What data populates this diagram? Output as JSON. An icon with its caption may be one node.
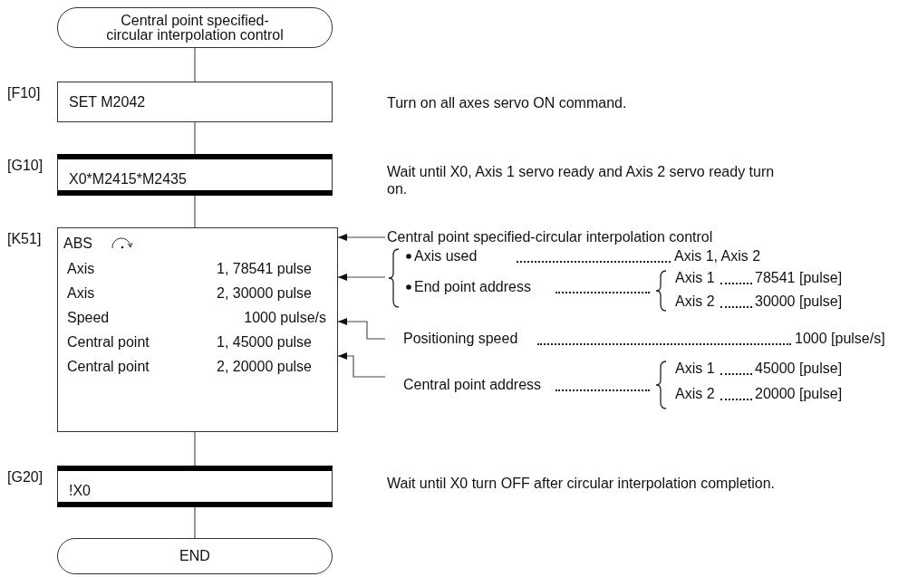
{
  "diagram": {
    "nodes": [
      {
        "text": [
          "Central point specified-circular interpolation control"
        ]
      },
      {
        "text": [
          "SET M2042"
        ],
        "beside": [
          "[F10]",
          "Turn on all axes servo ON command."
        ]
      },
      {
        "text": [
          "X0*M2415*M2435"
        ],
        "beside": [
          "[G10]",
          "Wait until X0, Axis 1 servo ready and Axis 2 servo ready turn on."
        ]
      },
      {
        "text": [
          "ABS",
          "Axis",
          "1, 78541 pulse",
          "Axis",
          "2, 30000 pulse",
          "Speed",
          "1000 pulse/s",
          "Central point",
          "1, 45000 pulse",
          "Central point",
          "2, 20000 pulse"
        ],
        "beside": [
          "[K51]"
        ]
      },
      {
        "text": [
          "!X0"
        ],
        "beside": [
          "[G20]",
          "Wait until X0 turn OFF after circular interpolation completion."
        ]
      },
      {
        "text": [
          "END"
        ]
      },
      {
        "text": [
          "Central point specified-circular interpolation control"
        ]
      },
      {
        "text": [
          "Axis used",
          "Axis 1, Axis 2",
          "End point address",
          "Axis 1",
          "78541 [pulse]",
          "Axis 2",
          "30000 [pulse]"
        ]
      },
      {
        "text": [
          "Positioning speed",
          "1000 [pulse/s]"
        ]
      },
      {
        "text": [
          "Central point address",
          "Axis 1",
          "45000 [pulse]",
          "Axis 2",
          "20000 [pulse]"
        ]
      }
    ],
    "edges": [
      {
        "from": 0,
        "to": 1,
        "arrow": "none"
      },
      {
        "from": 1,
        "to": 2,
        "arrow": "none"
      },
      {
        "from": 2,
        "to": 3,
        "arrow": "none"
      },
      {
        "from": 3,
        "to": 4,
        "arrow": "none"
      },
      {
        "from": 4,
        "to": 5,
        "arrow": "none"
      },
      {
        "from": 6,
        "to": 3,
        "arrow": "to"
      },
      {
        "from": 7,
        "to": 3,
        "arrow": "to"
      },
      {
        "from": 8,
        "to": 3,
        "arrow": "to"
      },
      {
        "from": 9,
        "to": 3,
        "arrow": "to"
      }
    ]
  }
}
